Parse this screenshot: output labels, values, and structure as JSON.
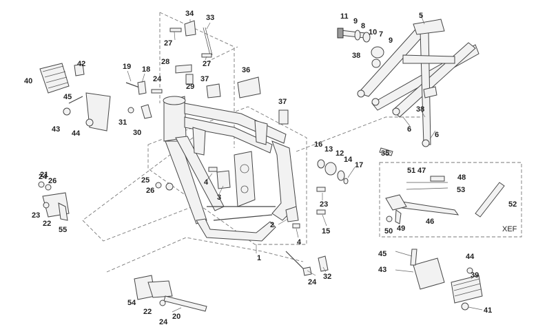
{
  "diagram": {
    "callouts": [
      "1",
      "2",
      "3",
      "4",
      "4",
      "5",
      "6",
      "6",
      "7",
      "8",
      "9",
      "9",
      "10",
      "11",
      "12",
      "13",
      "14",
      "15",
      "16",
      "17",
      "18",
      "19",
      "20",
      "21",
      "22",
      "22",
      "23",
      "23",
      "24",
      "24",
      "24",
      "24",
      "25",
      "26",
      "26",
      "27",
      "27",
      "28",
      "29",
      "30",
      "31",
      "32",
      "33",
      "34",
      "35",
      "36",
      "37",
      "37",
      "38",
      "38",
      "39",
      "40",
      "41",
      "42",
      "43",
      "43",
      "44",
      "44",
      "45",
      "45",
      "46",
      "47",
      "48",
      "49",
      "50",
      "51",
      "52",
      "53",
      "54",
      "55"
    ],
    "inset_label": "XEF"
  }
}
